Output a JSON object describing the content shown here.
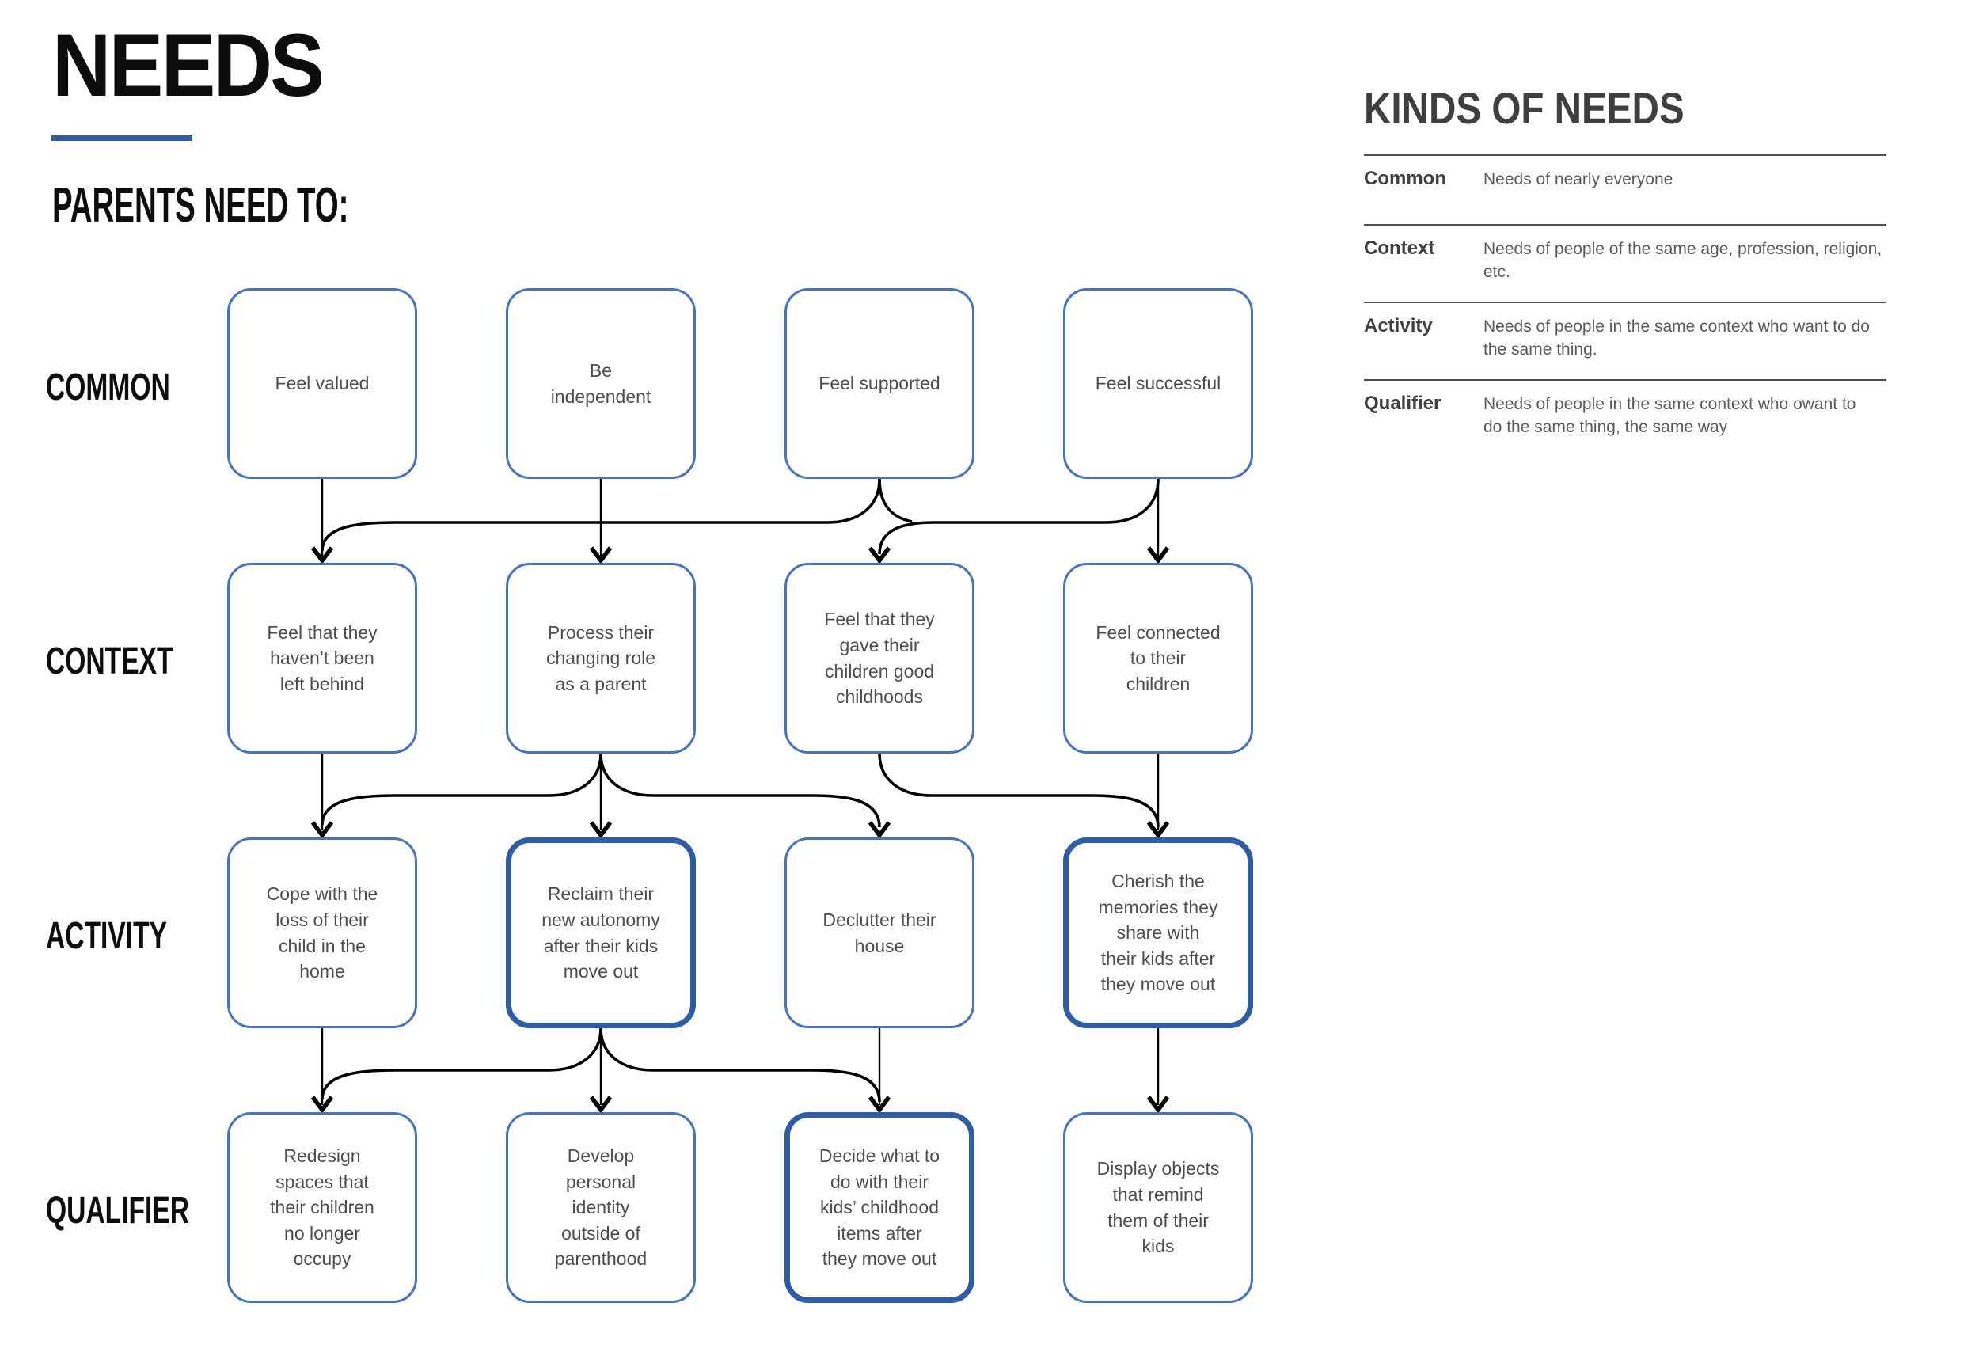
{
  "page": {
    "title": "NEEDS",
    "subtitle": "PARENTS NEED TO:"
  },
  "colors": {
    "accent_blue": "#2e5ba8",
    "box_border_thin": "#4472c4",
    "box_border_thick": "#2d5da7",
    "box_text": "#4d4d4d",
    "legend_heading": "#3f3f3f",
    "legend_text": "#595959",
    "connector": "#000000"
  },
  "diagram": {
    "rows": [
      {
        "label": "COMMON",
        "boxes": [
          {
            "text": "Feel valued",
            "emphasis": false
          },
          {
            "text": "Be\nindependent",
            "emphasis": false
          },
          {
            "text": "Feel supported",
            "emphasis": false
          },
          {
            "text": "Feel successful",
            "emphasis": false
          }
        ]
      },
      {
        "label": "CONTEXT",
        "boxes": [
          {
            "text": "Feel that they\nhaven’t been\nleft behind",
            "emphasis": false
          },
          {
            "text": "Process their\nchanging role\nas a parent",
            "emphasis": false
          },
          {
            "text": "Feel that they\ngave their\nchildren good\nchildhoods",
            "emphasis": false
          },
          {
            "text": "Feel connected\nto their\nchildren",
            "emphasis": false
          }
        ]
      },
      {
        "label": "ACTIVITY",
        "boxes": [
          {
            "text": "Cope with the\nloss of their\nchild in the\nhome",
            "emphasis": false
          },
          {
            "text": "Reclaim their\nnew autonomy\nafter their kids\nmove out",
            "emphasis": true
          },
          {
            "text": "Declutter their\nhouse",
            "emphasis": false
          },
          {
            "text": "Cherish the\nmemories they\nshare with\ntheir kids after\nthey move out",
            "emphasis": true
          }
        ]
      },
      {
        "label": "QUALIFIER",
        "boxes": [
          {
            "text": "Redesign\nspaces that\ntheir children\nno longer\noccupy",
            "emphasis": false
          },
          {
            "text": "Develop\npersonal\nidentity\noutside of\nparenthood",
            "emphasis": false
          },
          {
            "text": "Decide what to\ndo with their\nkids’ childhood\nitems after\nthey move out",
            "emphasis": true
          },
          {
            "text": "Display objects\nthat remind\nthem of their\nkids",
            "emphasis": false
          }
        ]
      }
    ]
  },
  "legend": {
    "title": "KINDS OF NEEDS",
    "rows": [
      {
        "term": "Common",
        "definition": "Needs of nearly everyone"
      },
      {
        "term": "Context",
        "definition": "Needs of people of the same age, profession, religion,\netc."
      },
      {
        "term": "Activity",
        "definition": "Needs of people in the same context who want to do\nthe same thing."
      },
      {
        "term": "Qualifier",
        "definition": "Needs of people in the same context who owant to\ndo the same thing, the same way"
      }
    ]
  }
}
